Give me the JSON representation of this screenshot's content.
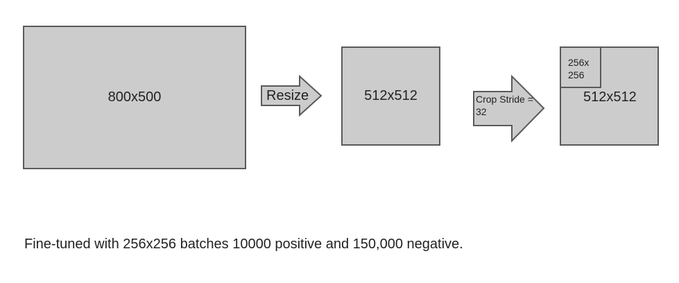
{
  "boxes": {
    "original": "800x500",
    "resized": "512x512",
    "cropped": "512x512",
    "crop_tile": "256x\n256"
  },
  "arrows": {
    "resize": "Resize",
    "crop": "Crop Stride = 32"
  },
  "caption": "Fine-tuned with 256x256 batches 10000 positive and 150,000 negative.",
  "colors": {
    "box_fill": "#cccccc",
    "box_stroke": "#595959",
    "text": "#222222",
    "background": "#ffffff"
  }
}
